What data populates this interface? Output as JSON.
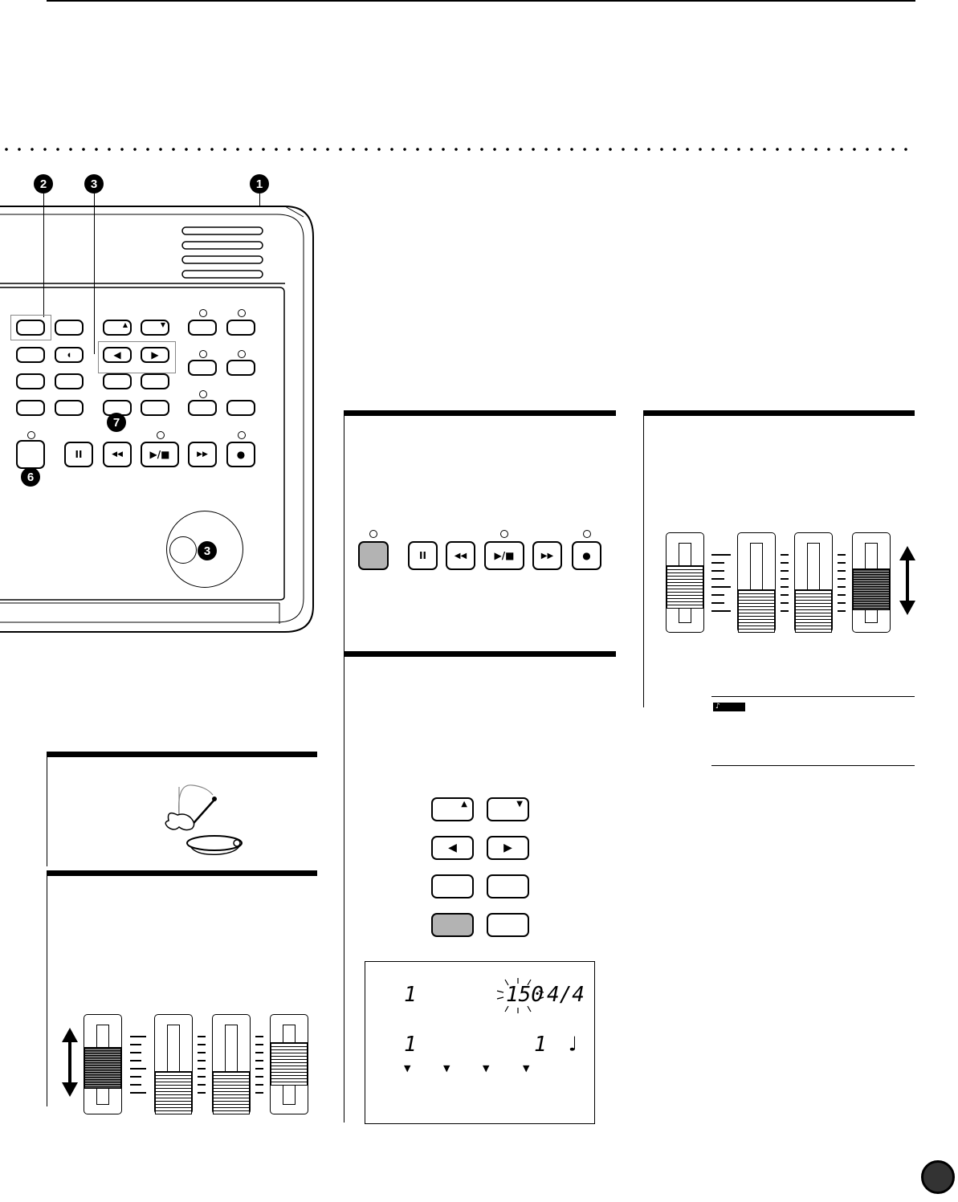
{
  "callouts": {
    "c1": "1",
    "c2": "2",
    "c3a": "3",
    "c3b": "3",
    "c6": "6",
    "c7": "7"
  },
  "transport": {
    "pause": "II",
    "rewind": "◀◀",
    "play_stop": "▶/■",
    "fast_forward": "▶▶",
    "record": "●"
  },
  "cursor": {
    "up": "▲",
    "down": "▼",
    "left": "◀",
    "right": "▶"
  },
  "lcd": {
    "measure": "1",
    "tempo": "150",
    "time_signature": "4/4",
    "beat": "1",
    "sub": "1",
    "note_glyph": "♩",
    "markers": [
      "▼",
      "▼",
      "▼",
      "▼"
    ]
  },
  "note_label": "♪"
}
